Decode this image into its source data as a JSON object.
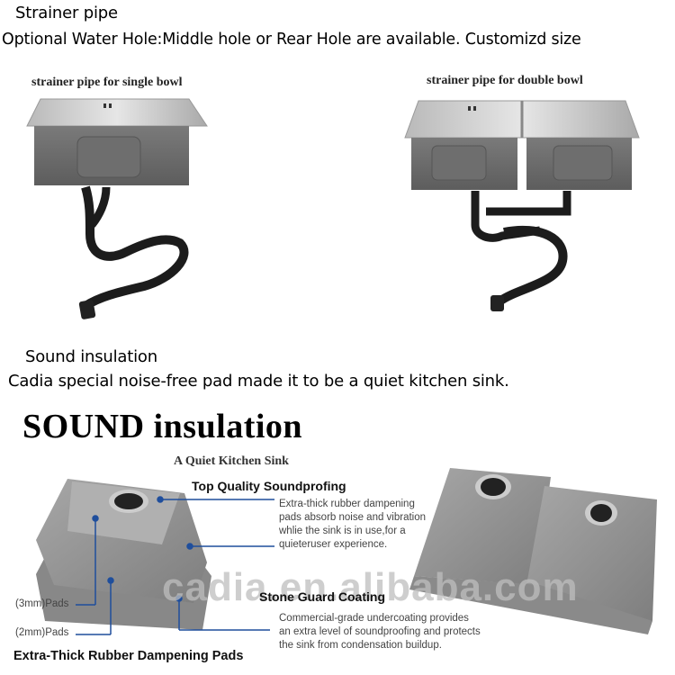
{
  "header": {
    "title": "Strainer pipe",
    "subtitle": "Optional Water Hole:Middle hole or Rear Hole are available. Customizd size"
  },
  "strainer_section": {
    "single_bowl_caption": "strainer pipe for single bowl",
    "double_bowl_caption": "strainer pipe for double bowl"
  },
  "sound_section": {
    "title": "Sound insulation",
    "description": "Cadia special noise-free pad made it to be a quiet kitchen sink.",
    "banner_title": "SOUND insulation",
    "banner_subtitle": "A Quiet Kitchen Sink",
    "features": [
      {
        "heading": "Top Quality Soundprofing",
        "lines": [
          "Extra-thick rubber dampening",
          "pads absorb noise and vibration",
          "whlie the sink is in use,for a",
          "quieteruser experience."
        ]
      },
      {
        "heading": "Stone Guard Coating",
        "lines": [
          "Commercial-grade undercoating provides",
          "an extra level of soundproofing and protects",
          "the sink from condensation buildup."
        ]
      },
      {
        "heading": "Extra-Thick Rubber Dampening Pads",
        "pad_labels": [
          "(3mm)Pads",
          "(2mm)Pads"
        ]
      }
    ],
    "watermark": "cadia.en.alibaba.com"
  },
  "colors": {
    "callout_line": "#1f4e9c",
    "sink_gray": "#8f8f8f",
    "pipe_black": "#1c1c1c"
  }
}
